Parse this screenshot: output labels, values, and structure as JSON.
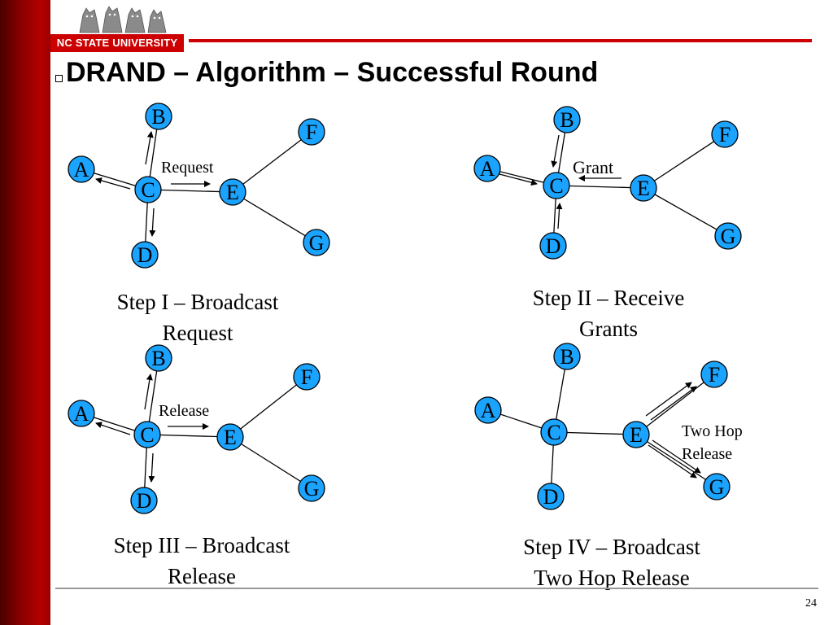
{
  "header": {
    "university": "NC STATE UNIVERSITY",
    "title": "DRAND – Algorithm – Successful Round"
  },
  "diagrams": [
    {
      "nodes": [
        "B",
        "F",
        "A",
        "C",
        "E",
        "D",
        "G"
      ],
      "edge_label": "Request",
      "caption_line1": "Step I – Broadcast",
      "caption_line2": "Request"
    },
    {
      "nodes": [
        "B",
        "F",
        "A",
        "C",
        "E",
        "D",
        "G"
      ],
      "edge_label": "Grant",
      "caption_line1": "Step II – Receive",
      "caption_line2": "Grants"
    },
    {
      "nodes": [
        "B",
        "F",
        "A",
        "C",
        "E",
        "D",
        "G"
      ],
      "edge_label": "Release",
      "caption_line1": "Step III – Broadcast",
      "caption_line2": "Release"
    },
    {
      "nodes": [
        "B",
        "F",
        "A",
        "C",
        "E",
        "D",
        "G"
      ],
      "edge_label_line1": "Two Hop",
      "edge_label_line2": "Release",
      "caption_line1": "Step IV – Broadcast",
      "caption_line2": "Two Hop Release"
    }
  ],
  "footer": {
    "page_number": "24"
  },
  "colors": {
    "accent_red": "#cc0000",
    "node_fill": "#1aa3ff"
  }
}
